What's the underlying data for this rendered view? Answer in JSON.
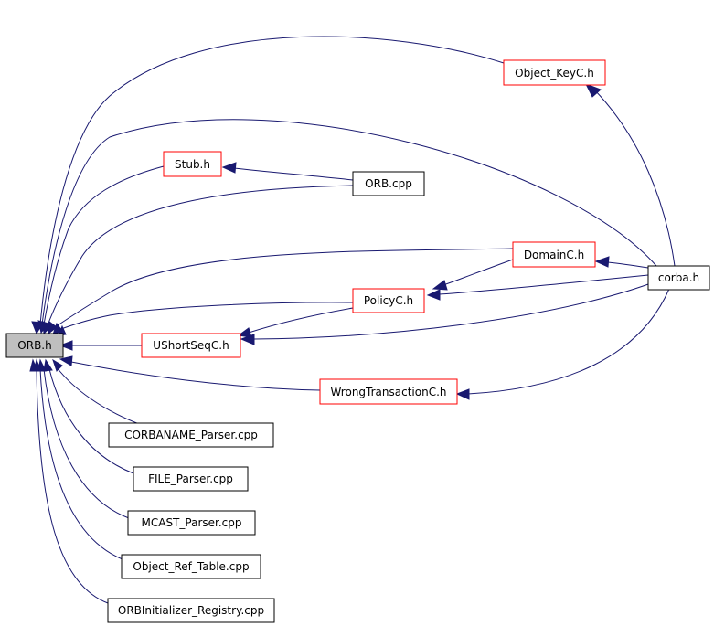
{
  "colors": {
    "edge": "#191970",
    "node_border_default": "#000000",
    "node_border_incomplete": "#ff0000",
    "node_fill_default": "#ffffff",
    "node_fill_root": "#bfbfbf"
  },
  "nodes": {
    "orb_h": {
      "label": "ORB.h",
      "style": "root"
    },
    "object_keyc_h": {
      "label": "Object_KeyC.h",
      "style": "incomplete"
    },
    "stub_h": {
      "label": "Stub.h",
      "style": "incomplete"
    },
    "orb_cpp": {
      "label": "ORB.cpp",
      "style": "default"
    },
    "domainc_h": {
      "label": "DomainC.h",
      "style": "incomplete"
    },
    "corba_h": {
      "label": "corba.h",
      "style": "default"
    },
    "policyc_h": {
      "label": "PolicyC.h",
      "style": "incomplete"
    },
    "ushortseqc_h": {
      "label": "UShortSeqC.h",
      "style": "incomplete"
    },
    "wrongtransactionc_h": {
      "label": "WrongTransactionC.h",
      "style": "incomplete"
    },
    "corbaname_parser_cpp": {
      "label": "CORBANAME_Parser.cpp",
      "style": "default"
    },
    "file_parser_cpp": {
      "label": "FILE_Parser.cpp",
      "style": "default"
    },
    "mcast_parser_cpp": {
      "label": "MCAST_Parser.cpp",
      "style": "default"
    },
    "object_ref_table_cpp": {
      "label": "Object_Ref_Table.cpp",
      "style": "default"
    },
    "orbinitializer_registry_cpp": {
      "label": "ORBInitializer_Registry.cpp",
      "style": "default"
    }
  }
}
